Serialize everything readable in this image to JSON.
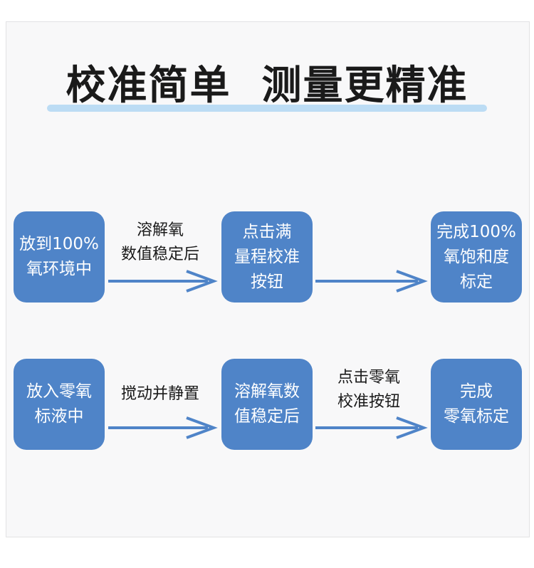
{
  "title": "校准简单  测量更精准",
  "colors": {
    "box": "#4f84c8",
    "arrow": "#4f84c8",
    "underline": "#bcdcf4"
  },
  "row1": {
    "box1": [
      "放到100%",
      "氧环境中"
    ],
    "arrow1": [
      "溶解氧",
      "数值稳定后"
    ],
    "box2": [
      "点击满",
      "量程校准",
      "按钮"
    ],
    "box3": [
      "完成100%",
      "氧饱和度",
      "标定"
    ]
  },
  "row2": {
    "box1": [
      "放入零氧",
      "标液中"
    ],
    "arrow1": [
      "搅动并静置"
    ],
    "box2": [
      "溶解氧数",
      "值稳定后"
    ],
    "arrow2": [
      "点击零氧",
      "校准按钮"
    ],
    "box3": [
      "完成",
      "零氧标定"
    ]
  }
}
